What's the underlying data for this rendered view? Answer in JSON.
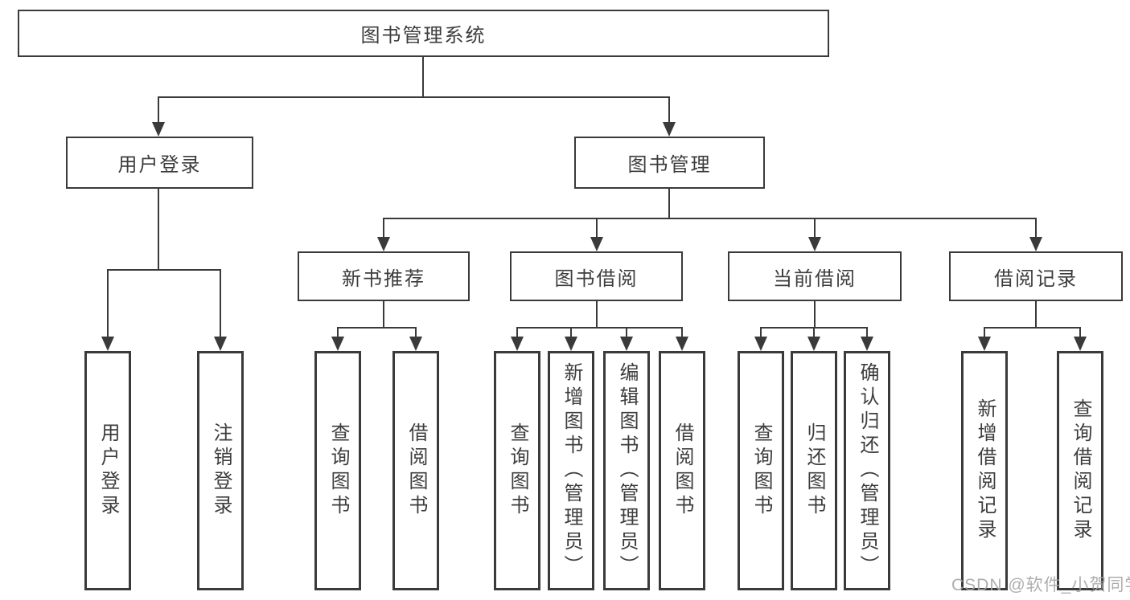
{
  "tree": {
    "label": "图书管理系统",
    "children": [
      {
        "label": "用户登录",
        "children": [
          {
            "label": "用户登录"
          },
          {
            "label": "注销登录"
          }
        ]
      },
      {
        "label": "图书管理",
        "children": [
          {
            "label": "新书推荐",
            "children": [
              {
                "label": "查询图书"
              },
              {
                "label": "借阅图书"
              }
            ]
          },
          {
            "label": "图书借阅",
            "children": [
              {
                "label": "查询图书"
              },
              {
                "label": "新增图书（管理员）"
              },
              {
                "label": "编辑图书（管理员）"
              },
              {
                "label": "借阅图书"
              }
            ]
          },
          {
            "label": "当前借阅",
            "children": [
              {
                "label": "查询图书"
              },
              {
                "label": "归还图书"
              },
              {
                "label": "确认归还（管理员）"
              }
            ]
          },
          {
            "label": "借阅记录",
            "children": [
              {
                "label": "新增借阅记录"
              },
              {
                "label": "查询借阅记录"
              }
            ]
          }
        ]
      }
    ]
  },
  "watermark": "CSDN @软件_小贺同学",
  "colors": {
    "line": "#3a3a3a",
    "text": "#3d3d3d",
    "background": "#ffffff",
    "watermark": "#a6a6a6"
  }
}
